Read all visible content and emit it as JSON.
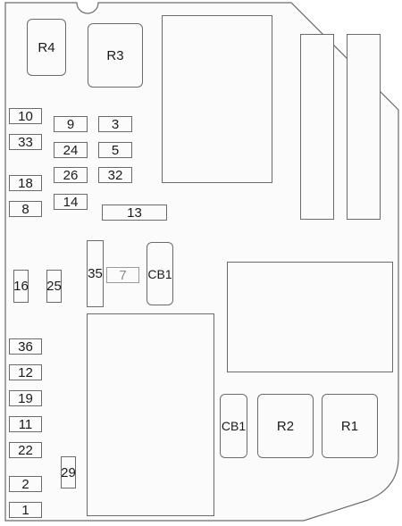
{
  "relays": {
    "r4": "R4",
    "r3": "R3",
    "r2": "R2",
    "r1": "R1",
    "cb1_top": "CB1",
    "cb1_bottom": "CB1"
  },
  "fuses": {
    "f10": "10",
    "f9": "9",
    "f3": "3",
    "f33": "33",
    "f24": "24",
    "f5": "5",
    "f26": "26",
    "f32": "32",
    "f18": "18",
    "f14": "14",
    "f8": "8",
    "f13": "13",
    "f35": "35",
    "f7": "7",
    "f16": "16",
    "f25": "25",
    "f36": "36",
    "f12": "12",
    "f19": "19",
    "f11": "11",
    "f22": "22",
    "f29": "29",
    "f2": "2",
    "f1": "1"
  },
  "colors": {
    "outline": "#6b6b6b",
    "background": "#fbfbfb",
    "text": "#1a1a1a",
    "muted": "#8a8a8a"
  }
}
